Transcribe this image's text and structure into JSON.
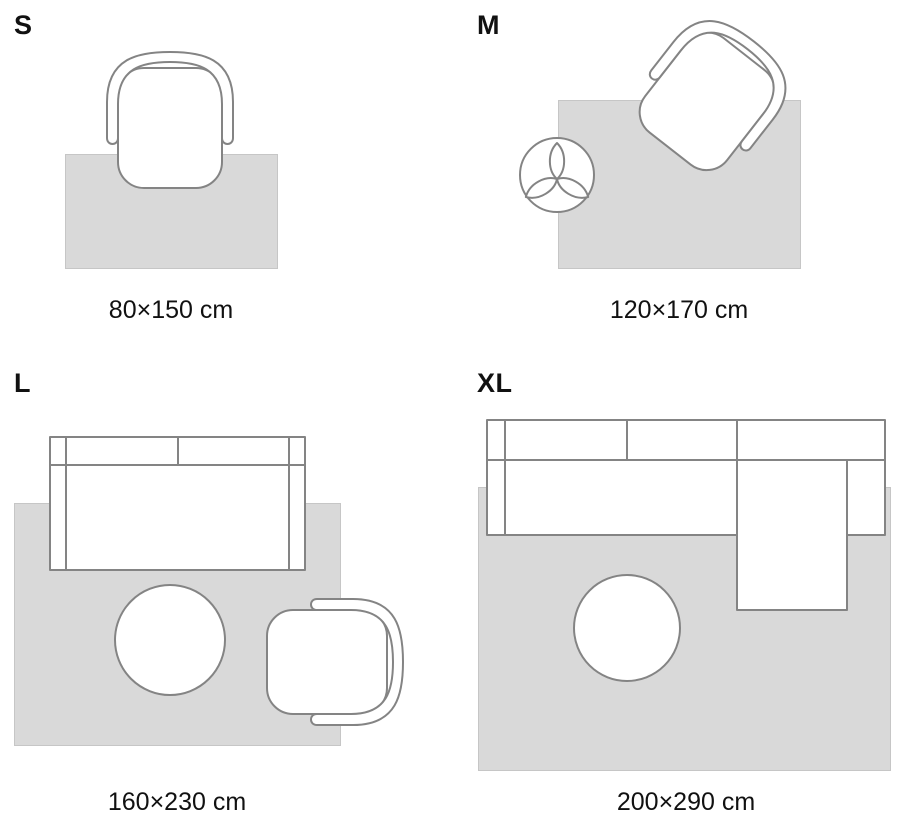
{
  "colors": {
    "rug_fill": "#d9d9d9",
    "rug_stroke": "#c6c6c6",
    "outline": "#848484",
    "text": "#111111"
  },
  "sizes": [
    {
      "label": "S",
      "dimensions": "80×150 cm",
      "furniture": [
        "armchair-icon"
      ]
    },
    {
      "label": "M",
      "dimensions": "120×170 cm",
      "furniture": [
        "armchair-icon",
        "plant-icon"
      ]
    },
    {
      "label": "L",
      "dimensions": "160×230 cm",
      "furniture": [
        "sofa-icon",
        "coffee-table-icon",
        "armchair-icon"
      ]
    },
    {
      "label": "XL",
      "dimensions": "200×290 cm",
      "furniture": [
        "sectional-sofa-icon",
        "coffee-table-icon"
      ]
    }
  ]
}
